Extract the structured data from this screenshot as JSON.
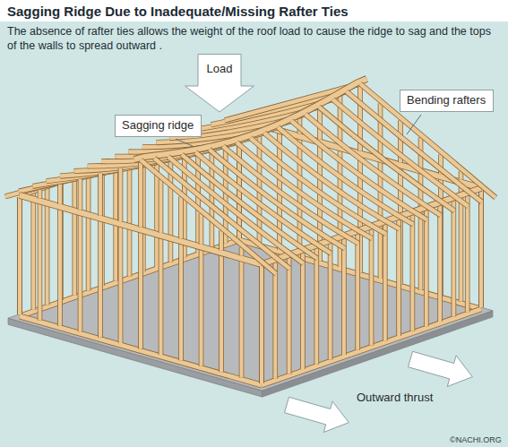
{
  "diagram": {
    "title": "Sagging Ridge Due to Inadequate/Missing Rafter Ties",
    "nodes": [
      {
        "text": [
          "Load"
        ]
      },
      {
        "text": [
          "Sagging ridge"
        ]
      },
      {
        "text": [
          "Bending rafters"
        ]
      }
    ],
    "labels": [
      "The absence of rafter ties allows the weight of the roof load to cause the ridge to sag and the tops of the walls to spread outward .",
      "Outward thrust",
      "©NACHI.ORG"
    ]
  }
}
